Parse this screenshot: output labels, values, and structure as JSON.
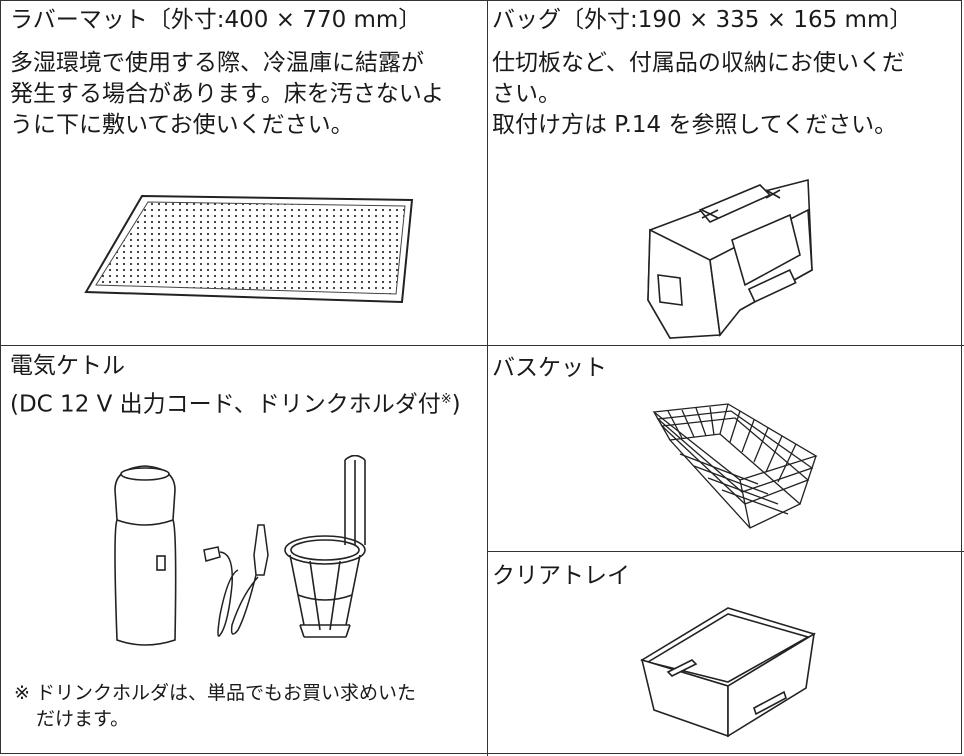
{
  "cells": {
    "rubber_mat": {
      "title": "ラバーマット〔外寸:400 × 770 mm〕",
      "desc": [
        "多湿環境で使用する際、冷温庫に結露が",
        "発生する場合があります。床を汚さないよ",
        "うに下に敷いてお使いください。"
      ]
    },
    "bag": {
      "title": "バッグ〔外寸:190 × 335 × 165 mm〕",
      "desc": [
        "仕切板など、付属品の収納にお使いくだ",
        "さい。",
        "取付け方は P.14 を参照してください。"
      ]
    },
    "kettle": {
      "title": "電気ケトル",
      "subtitle": "(DC 12 V 出力コード、ドリンクホルダ付",
      "subtitle_mark": "※",
      "subtitle_end": ")",
      "note": [
        "※ ドリンクホルダは、単品でもお買い求めいた",
        "だけます。"
      ]
    },
    "basket": {
      "title": "バスケット"
    },
    "clear_tray": {
      "title": "クリアトレイ"
    }
  },
  "colors": {
    "line": "#333333",
    "text": "#1a1a1a"
  },
  "icons": [
    "rubber-mat-icon",
    "bag-icon",
    "kettle-icon",
    "power-cord-icon",
    "drink-holder-icon",
    "basket-icon",
    "tray-icon"
  ]
}
